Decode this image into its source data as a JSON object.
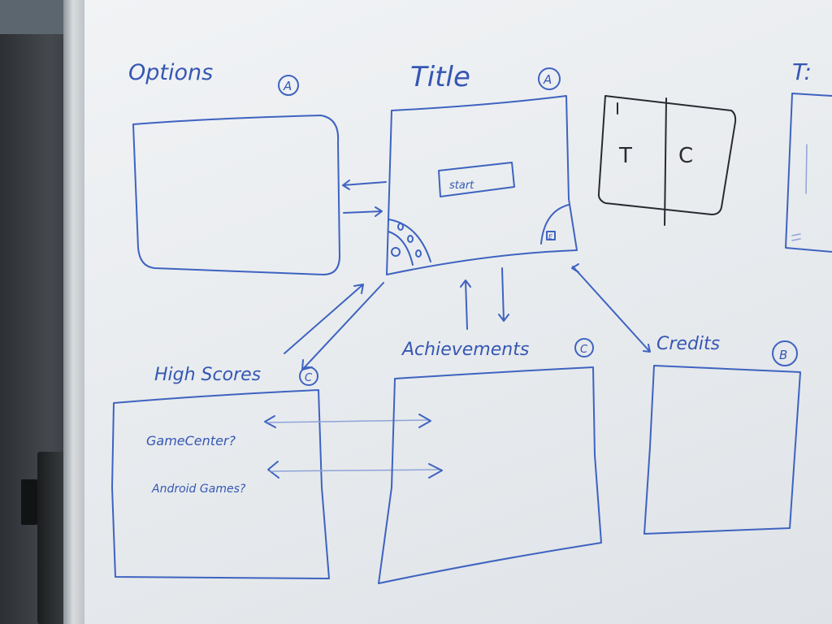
{
  "screens": {
    "options": {
      "label": "Options",
      "badge": "A"
    },
    "title": {
      "label": "Title",
      "badge": "A",
      "start_button": "start",
      "corner_badge": "E"
    },
    "high_scores": {
      "label": "High Scores",
      "badge": "C",
      "items": [
        "GameCenter?",
        "Android Games?"
      ]
    },
    "achievements": {
      "label": "Achievements",
      "badge": "C"
    },
    "credits": {
      "label": "Credits",
      "badge": "B"
    },
    "tc_box": {
      "left": "T",
      "right": "C"
    },
    "partial_right": {
      "label": "T:"
    }
  },
  "colors": {
    "blue_ink": "#3e63c0",
    "black_ink": "#2a2a30",
    "board": "#eceef1"
  }
}
